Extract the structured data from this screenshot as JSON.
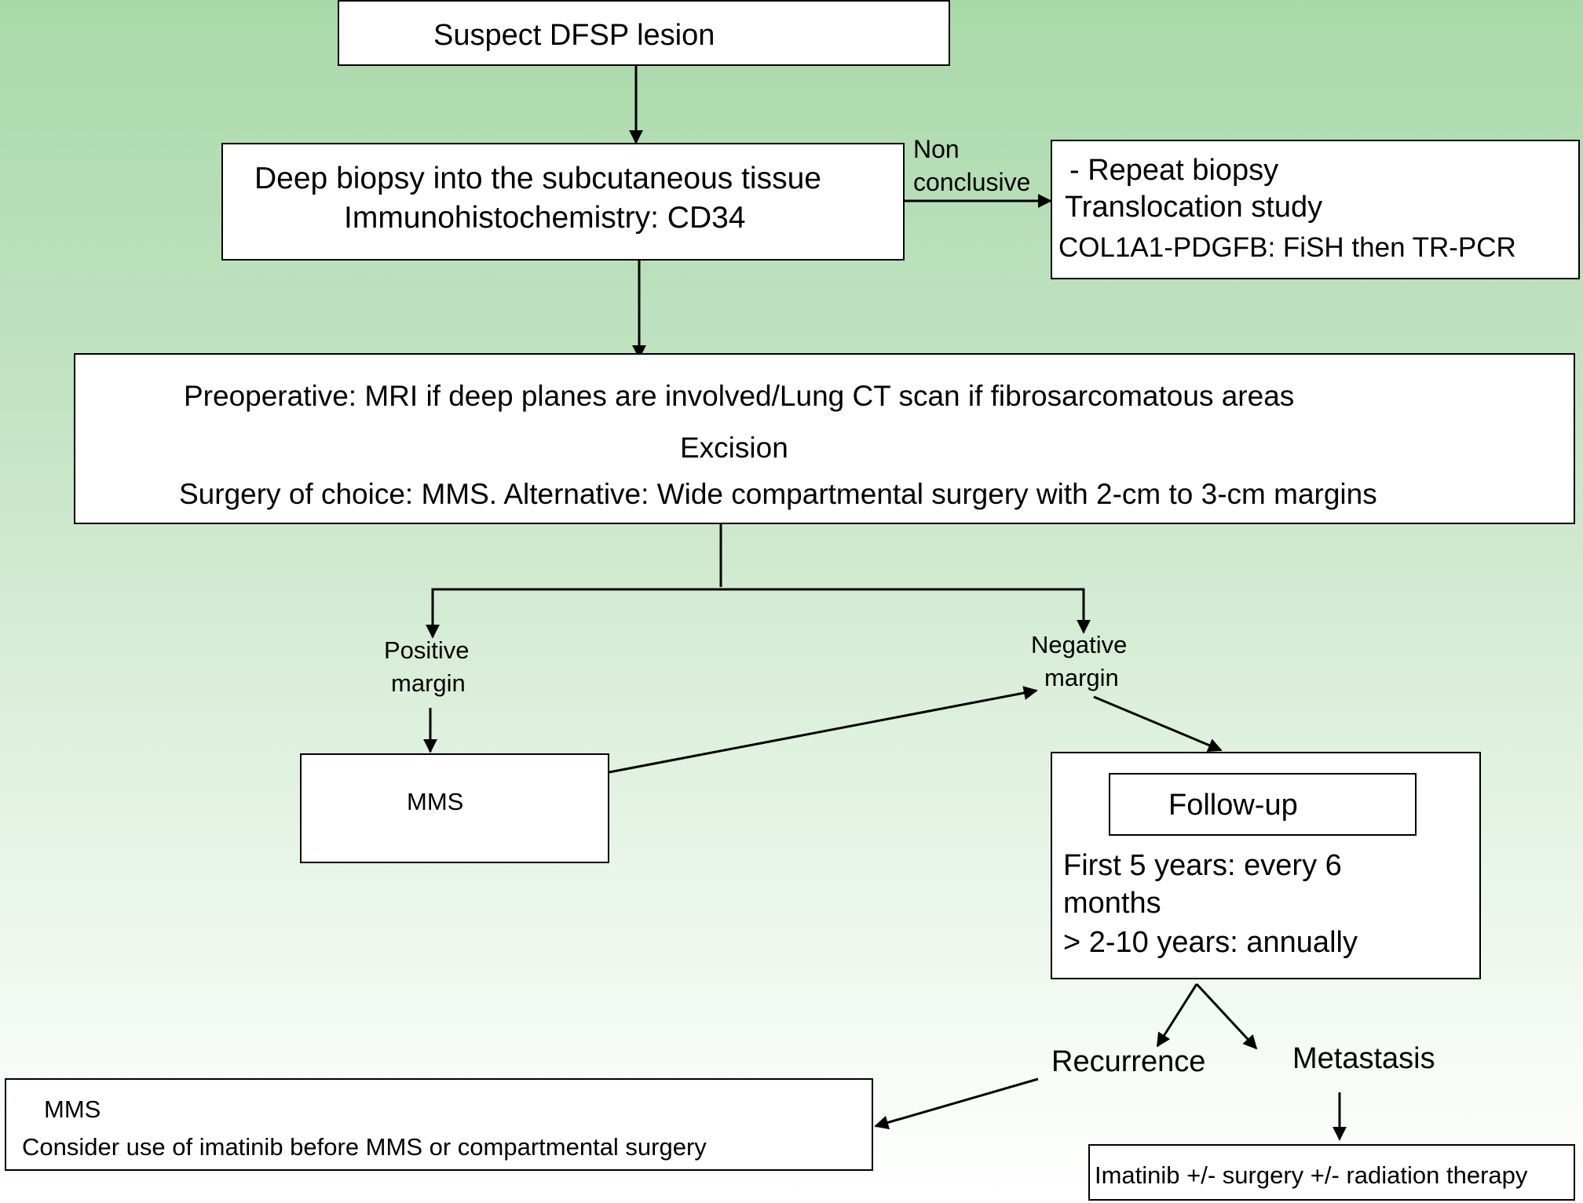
{
  "nodes": {
    "suspect": {
      "text": "Suspect DFSP lesion"
    },
    "biopsy": {
      "line1": "Deep biopsy into the subcutaneous tissue",
      "line2": "Immunohistochemistry: CD34"
    },
    "repeat": {
      "line1": "- Repeat biopsy",
      "line2": "Translocation study",
      "line3": "COL1A1-PDGFB: FiSH then TR-PCR"
    },
    "excision": {
      "line1": "Preoperative: MRI if deep planes are involved/Lung CT scan if fibrosarcomatous areas",
      "line2": "Excision",
      "line3": "Surgery of choice: MMS. Alternative: Wide compartmental surgery with 2-cm to 3-cm margins"
    },
    "mms": {
      "text": "MMS"
    },
    "followup": {
      "title": "Follow-up",
      "line1": "First 5 years: every 6",
      "line2": "months",
      "line3": "> 2-10 years: annually"
    },
    "recurrence_box": {
      "line1": "MMS",
      "line2": "Consider use of imatinib before MMS or compartmental surgery"
    },
    "metastasis_box": {
      "text": "Imatinib +/- surgery +/- radiation therapy"
    }
  },
  "labels": {
    "non_conclusive": {
      "line1": "Non",
      "line2": "conclusive"
    },
    "positive_margin": {
      "line1": "Positive",
      "line2": "margin"
    },
    "negative_margin": {
      "line1": "Negative",
      "line2": "margin"
    },
    "recurrence": "Recurrence",
    "metastasis": "Metastasis"
  }
}
